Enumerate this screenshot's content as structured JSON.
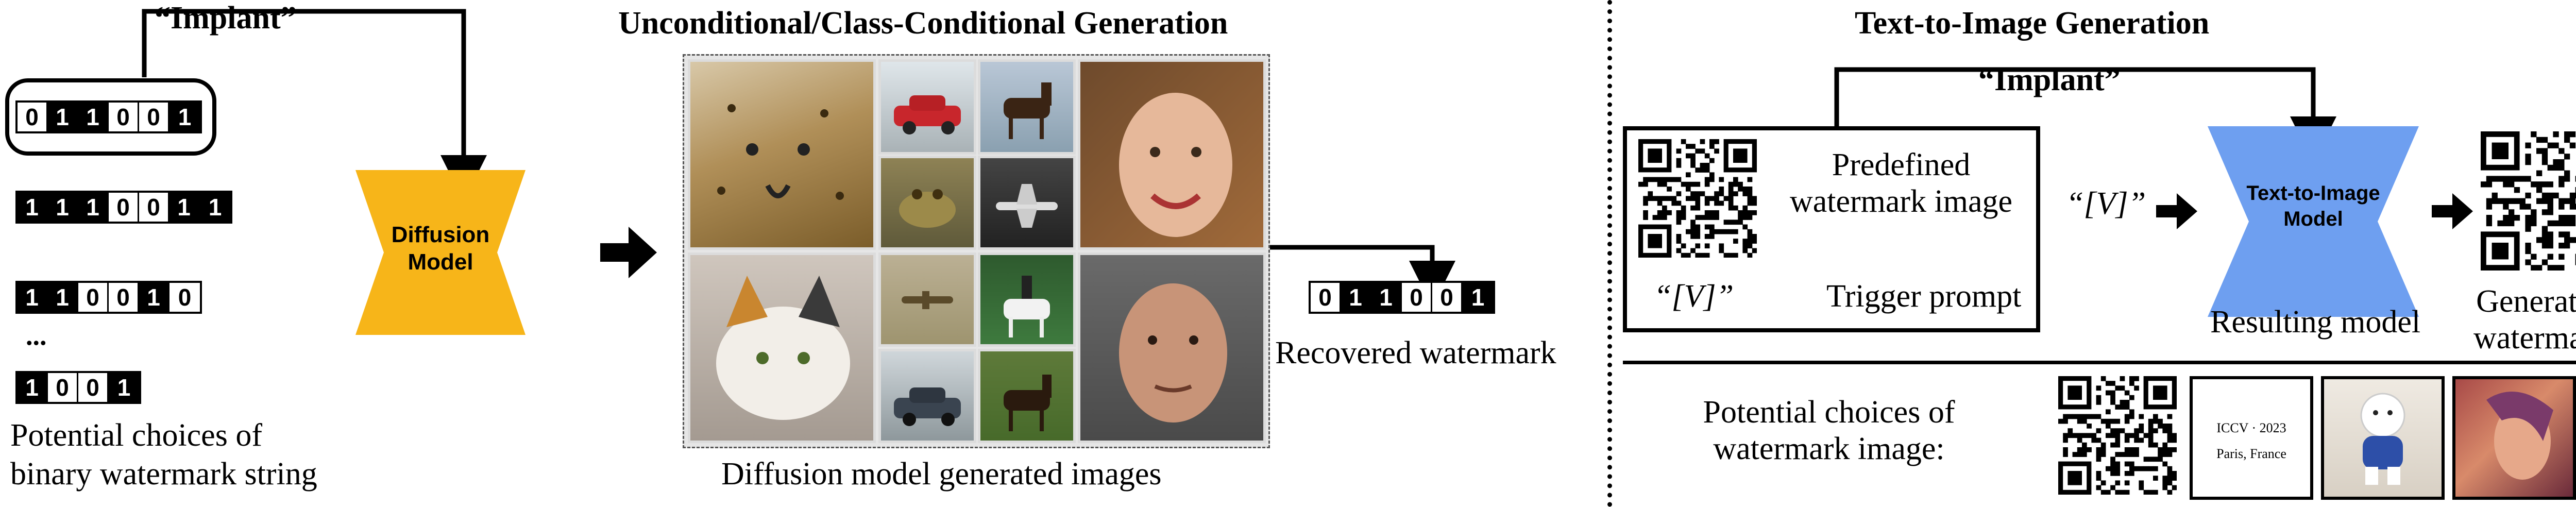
{
  "left": {
    "implant_label": "“Implant”",
    "selected_bits": [
      "0",
      "1",
      "1",
      "0",
      "0",
      "1"
    ],
    "option_rows": [
      [
        "1",
        "1",
        "1",
        "0",
        "0",
        "1",
        "1"
      ],
      [
        "1",
        "1",
        "0",
        "0",
        "1",
        "0"
      ],
      [
        "1",
        "0",
        "0",
        "1"
      ]
    ],
    "ellipsis": "...",
    "caption_line1": "Potential choices of",
    "caption_line2": "binary watermark string"
  },
  "diffusion": {
    "label_line1": "Diffusion",
    "label_line2": "Model",
    "color": "#f7b519"
  },
  "middle": {
    "title": "Unconditional/Class-Conditional Generation",
    "caption": "Diffusion model generated images",
    "recovered_bits": [
      "0",
      "1",
      "1",
      "0",
      "0",
      "1"
    ],
    "recovered_label": "Recovered watermark"
  },
  "right": {
    "title": "Text-to-Image Generation",
    "implant_label": "“Implant”",
    "predefined_line1": "Predefined",
    "predefined_line2": "watermark image",
    "trigger_token": "“[V]”",
    "trigger_label": "Trigger prompt",
    "input_token": "“[V]”",
    "t2i_line1": "Text-to-Image",
    "t2i_line2": "Model",
    "t2i_color": "#6e9ff0",
    "resulting_label": "Resulting model",
    "generated_line1": "Generated",
    "generated_line2": "watermark",
    "choices_line1": "Potential choices of",
    "choices_line2": "watermark image:",
    "iccv_line1": "ICCV · 2023",
    "iccv_line2": "Paris, France",
    "trailing_ellipsis": "..."
  }
}
